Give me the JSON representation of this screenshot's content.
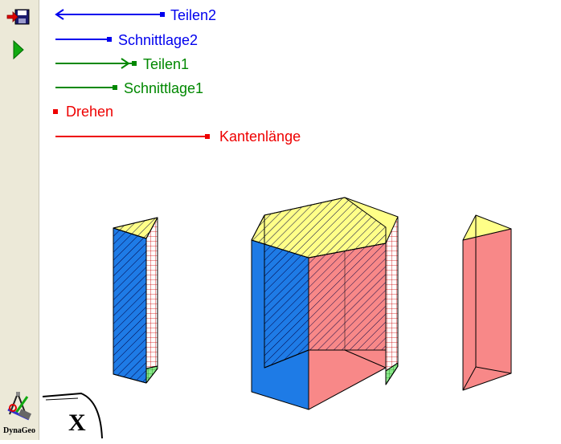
{
  "toolbar": {
    "save_icon": "save-icon",
    "run_icon": "play-icon"
  },
  "sliders": [
    {
      "label": "Teilen2",
      "color": "#0000ee"
    },
    {
      "label": "Schnittlage2",
      "color": "#0000ee"
    },
    {
      "label": "Teilen1",
      "color": "#008800"
    },
    {
      "label": "Schnittlage1",
      "color": "#008800"
    },
    {
      "label": "Drehen",
      "color": "#ee0000"
    },
    {
      "label": "Kantenlänge",
      "color": "#ee0000"
    }
  ],
  "logo": {
    "text": "DynaGeo",
    "x_mark": "X"
  },
  "colors": {
    "face_blue": "#1e7be6",
    "face_red": "#f88888",
    "face_yellow": "#ffff88",
    "face_green": "#88e888",
    "hatch_dark": "#000040",
    "grid_red": "#cc0000"
  }
}
